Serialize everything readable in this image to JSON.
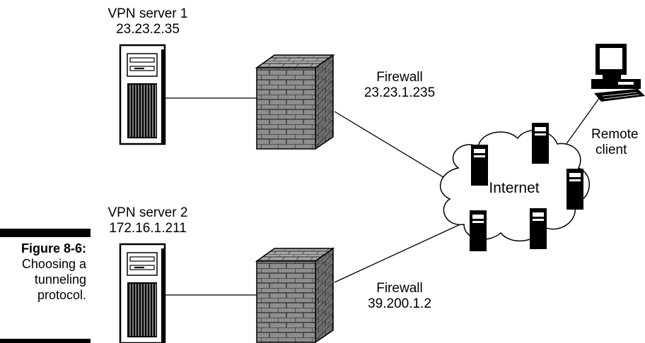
{
  "vpn1": {
    "name": "VPN server 1",
    "ip": "23.23.2.35"
  },
  "vpn2": {
    "name": "VPN server 2",
    "ip": "172.16.1.211"
  },
  "firewall1": {
    "name": "Firewall",
    "ip": "23.23.1.235"
  },
  "firewall2": {
    "name": "Firewall",
    "ip": "39.200.1.2"
  },
  "internet": {
    "label": "Internet"
  },
  "remote": {
    "line1": "Remote",
    "line2": "client"
  },
  "caption": {
    "number": "Figure 8-6:",
    "lines": [
      "Choosing a",
      "tunneling",
      "protocol."
    ]
  }
}
